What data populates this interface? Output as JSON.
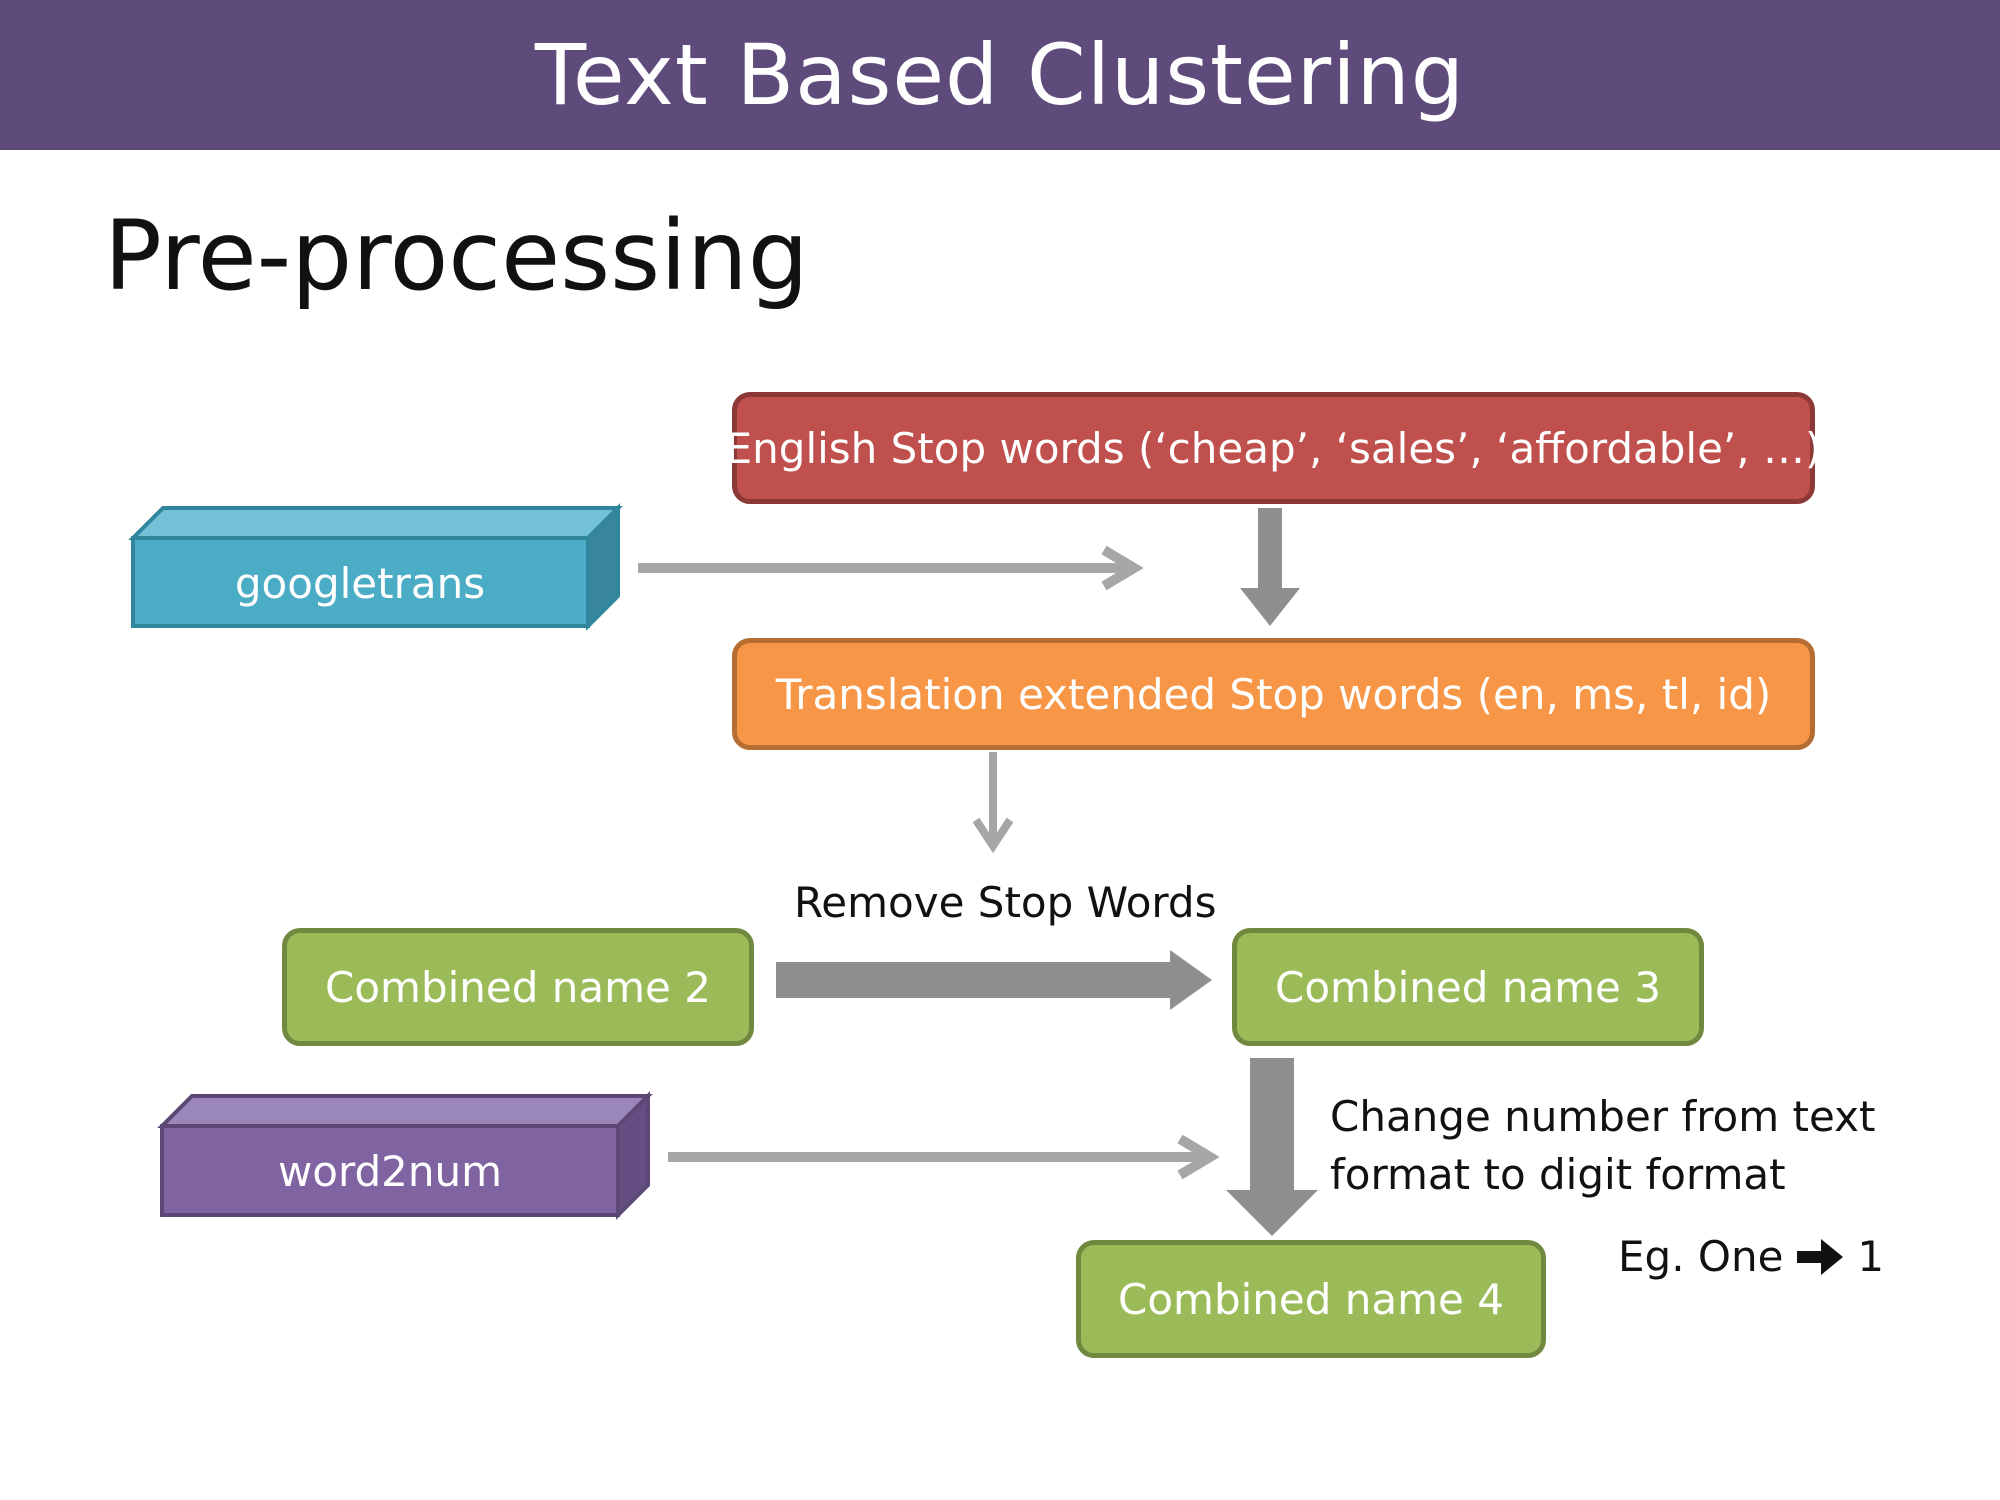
{
  "header": {
    "title": "Text Based Clustering"
  },
  "slide": {
    "subtitle": "Pre-processing"
  },
  "boxes": {
    "english_stop_words": "English Stop words (‘cheap’, ‘sales’, ‘affordable’, …)",
    "translation_stop_words": "Translation extended Stop words (en, ms, tl, id)",
    "combined_name_2": "Combined name 2",
    "combined_name_3": "Combined name 3",
    "combined_name_4": "Combined name 4"
  },
  "tools": {
    "googletrans": "googletrans",
    "word2num": "word2num"
  },
  "labels": {
    "remove_stop_words": "Remove Stop Words",
    "change_number": "Change number from text format to digit format",
    "example_left": "Eg. One",
    "example_right": "1"
  },
  "colors": {
    "banner": "#5f4b7b",
    "english_box": "#c0504d",
    "translation_box": "#f79646",
    "combined_box": "#9bbb59",
    "googletrans_cube": "#4bacc6",
    "word2num_cube": "#8064a2",
    "arrow_gray": "#8f8f8f"
  },
  "icons": {
    "example_arrow": "bold-right-arrow-icon"
  }
}
